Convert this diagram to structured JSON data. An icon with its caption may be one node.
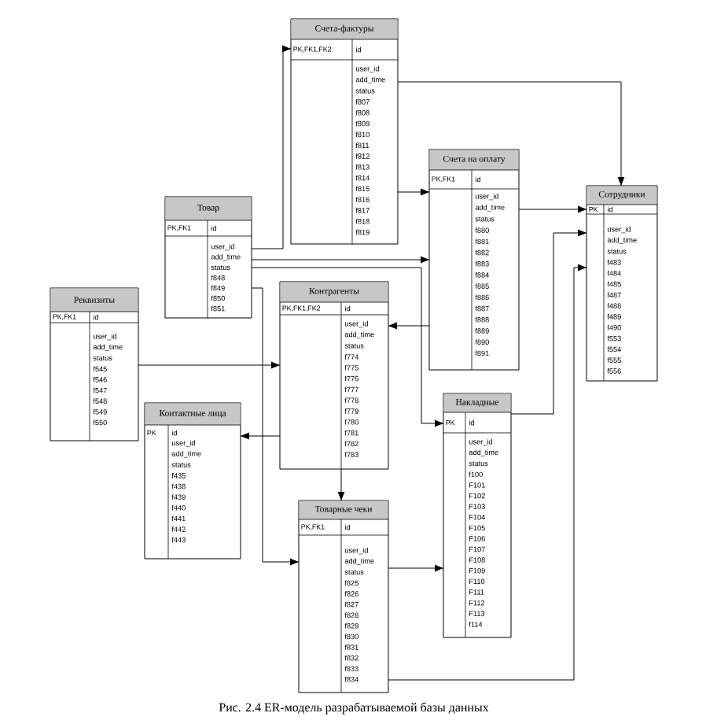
{
  "diagram": {
    "caption": "Рис. 2.4 ER-модель разрабатываемой базы данных",
    "nodes": [
      {
        "text": [
          "Счета-фактуры",
          "PK,FK1,FK2",
          "id",
          "user_id",
          "add_time",
          "status",
          "f807",
          "f808",
          "f809",
          "f810",
          "f811",
          "f812",
          "f813",
          "f814",
          "f815",
          "f816",
          "f817",
          "f818",
          "f819"
        ]
      },
      {
        "text": [
          "Счета на оплату",
          "PK,FK1",
          "id",
          "user_id",
          "add_time",
          "status",
          "f880",
          "f881",
          "f882",
          "f883",
          "f884",
          "f885",
          "f886",
          "f887",
          "f888",
          "f889",
          "f890",
          "f891"
        ]
      },
      {
        "text": [
          "Сотрудники",
          "PK",
          "id",
          "user_id",
          "add_time",
          "status",
          "f483",
          "f484",
          "f485",
          "f487",
          "f488",
          "f489",
          "f490",
          "f553",
          "f554",
          "f555",
          "f556"
        ]
      },
      {
        "text": [
          "Товар",
          "PK,FK1",
          "id",
          "user_id",
          "add_time",
          "status",
          "f848",
          "f849",
          "f850",
          "f851"
        ]
      },
      {
        "text": [
          "Контрагенты",
          "PK,FK1,FK2",
          "id",
          "user_id",
          "add_time",
          "status",
          "f774",
          "f775",
          "f776",
          "f777",
          "f778",
          "f779",
          "f780",
          "f781",
          "f782",
          "f783"
        ]
      },
      {
        "text": [
          "Реквизиты",
          "PK,FK1",
          "id",
          "user_id",
          "add_time",
          "status",
          "f545",
          "f546",
          "f547",
          "f548",
          "f549",
          "f550"
        ]
      },
      {
        "text": [
          "Накладные",
          "PK",
          "id",
          "user_id",
          "add_time",
          "status",
          "f100",
          "F101",
          "F102",
          "F103",
          "F104",
          "F105",
          "F106",
          "F107",
          "F108",
          "F109",
          "F110",
          "F111",
          "F112",
          "F113",
          "f114"
        ]
      },
      {
        "text": [
          "Контактные лица",
          "PK",
          "id",
          "user_id",
          "add_time",
          "status",
          "f435",
          "f438",
          "f439",
          "f440",
          "f441",
          "f442",
          "f443"
        ]
      },
      {
        "text": [
          "Товарные чеки",
          "PK,FK1",
          "id",
          "user_id",
          "add_time",
          "status",
          "f825",
          "f826",
          "f827",
          "f828",
          "f829",
          "f830",
          "f831",
          "f832",
          "f833",
          "f834"
        ]
      }
    ],
    "edges": [
      {
        "from": 3,
        "to": 0,
        "arrow": "to"
      },
      {
        "from": 0,
        "to": 2,
        "arrow": "to"
      },
      {
        "from": 0,
        "to": 1,
        "arrow": "to"
      },
      {
        "from": 3,
        "to": 1,
        "arrow": "to"
      },
      {
        "from": 1,
        "to": 2,
        "arrow": "to"
      },
      {
        "from": 3,
        "to": 6,
        "arrow": "to"
      },
      {
        "from": 1,
        "to": 4,
        "arrow": "to"
      },
      {
        "from": 5,
        "to": 4,
        "arrow": "to"
      },
      {
        "from": 4,
        "to": 7,
        "arrow": "to"
      },
      {
        "from": 4,
        "to": 8,
        "arrow": "to"
      },
      {
        "from": 3,
        "to": 8,
        "arrow": "to"
      },
      {
        "from": 8,
        "to": 6,
        "arrow": "to"
      },
      {
        "from": 6,
        "to": 2,
        "arrow": "to"
      },
      {
        "from": 8,
        "to": 2,
        "arrow": "to"
      }
    ]
  }
}
